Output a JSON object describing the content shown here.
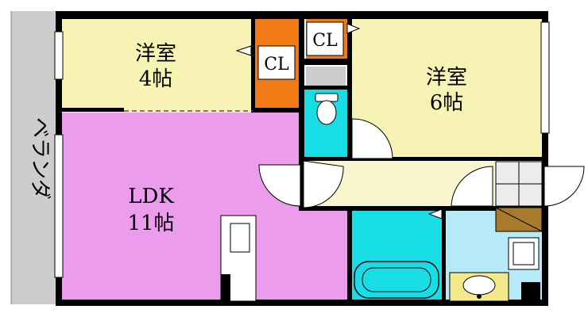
{
  "rooms": {
    "western_4": {
      "name": "洋室",
      "size": "4帖"
    },
    "western_6": {
      "name": "洋室",
      "size": "6帖"
    },
    "ldk": {
      "name": "LDK",
      "size": "11帖"
    },
    "closet_1": {
      "name": "CL"
    },
    "closet_2": {
      "name": "CL"
    },
    "veranda": {
      "name": "ベランダ"
    }
  },
  "colors": {
    "western": "#f6f3b4",
    "ldk": "#ec9ced",
    "closet": "#ef7a16",
    "toilet": "#18dde5",
    "bath": "#18dde5",
    "washroom": "#b7eaf8",
    "hall": "#f9f6cf",
    "veranda": "#cdcdcd",
    "wall": "#000000",
    "shoe_box": "#a87a2c",
    "sink": "#f4e98a"
  }
}
